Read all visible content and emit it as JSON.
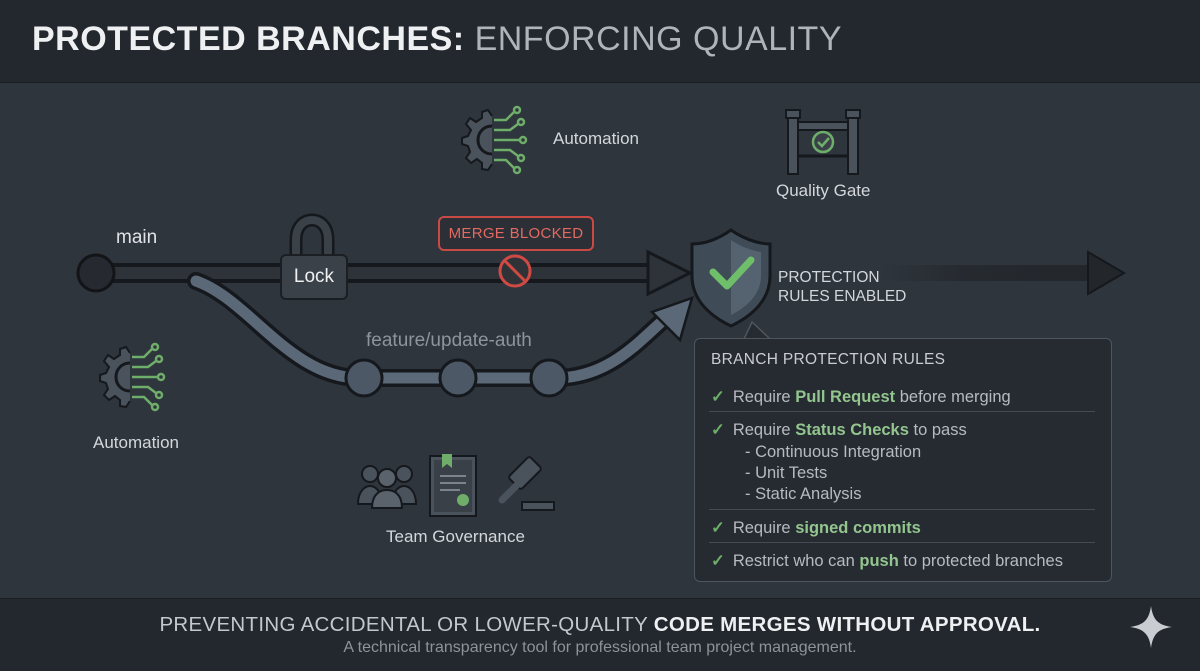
{
  "title": {
    "strong": "PROTECTED BRANCHES:",
    "light": "ENFORCING QUALITY"
  },
  "branches": {
    "main": "main",
    "feature": "feature/update-auth"
  },
  "badges": {
    "lock": "Lock",
    "merge_blocked": "MERGE BLOCKED"
  },
  "labels": {
    "automation_top": "Automation",
    "automation_left": "Automation",
    "quality_gate": "Quality Gate",
    "team_governance": "Team Governance",
    "protection_line1": "PROTECTION",
    "protection_line2": "RULES ENABLED"
  },
  "rules": {
    "title": "BRANCH PROTECTION RULES",
    "items": [
      {
        "pre": "Require ",
        "bold": "Pull Request",
        "post": " before merging"
      },
      {
        "pre": "Require ",
        "bold": "Status Checks",
        "post": " to pass"
      },
      {
        "pre": "Require ",
        "bold": "signed commits",
        "post": ""
      },
      {
        "pre": "Restrict who can ",
        "bold": "push",
        "post": " to protected branches"
      }
    ],
    "subitems": [
      "Continuous Integration",
      "Unit Tests",
      "Static Analysis"
    ]
  },
  "footer": {
    "main_pre": "PREVENTING ACCIDENTAL OR LOWER-QUALITY ",
    "main_bold": "CODE MERGES WITHOUT APPROVAL.",
    "sub": "A technical transparency tool for professional team project management."
  },
  "colors": {
    "background": "#2f353d",
    "header": "#23272e",
    "accent_green": "#6fae6a",
    "accent_red": "#c94a45"
  },
  "icons": [
    "gear-circuit-icon",
    "gate-icon",
    "shield-check-icon",
    "padlock-icon",
    "no-entry-icon",
    "team-icon",
    "document-icon",
    "gavel-icon",
    "sparkle-icon"
  ]
}
